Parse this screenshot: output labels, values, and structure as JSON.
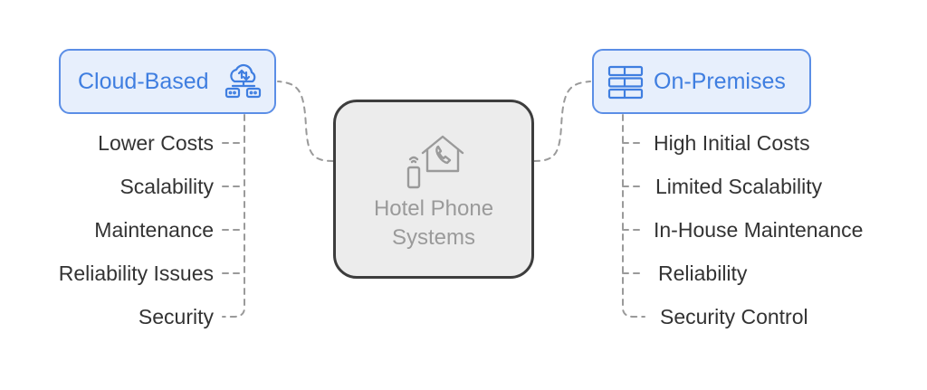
{
  "center": {
    "title_line1": "Hotel Phone",
    "title_line2": "Systems",
    "icon": "hotel-phone-icon"
  },
  "left": {
    "label": "Cloud-Based",
    "icon": "cloud-network-icon",
    "items": [
      "Lower Costs",
      "Scalability",
      "Maintenance",
      "Reliability Issues",
      "Security"
    ]
  },
  "right": {
    "label": "On-Premises",
    "icon": "server-stack-icon",
    "items": [
      "High Initial Costs",
      "Limited Scalability",
      "In-House Maintenance",
      "Reliability",
      "Security Control"
    ]
  },
  "colors": {
    "accent": "#3f7ee0",
    "accent_fill": "#e7effc",
    "center_border": "#3d3d3d",
    "center_fill": "#ececec",
    "connector": "#9a9a9a"
  }
}
